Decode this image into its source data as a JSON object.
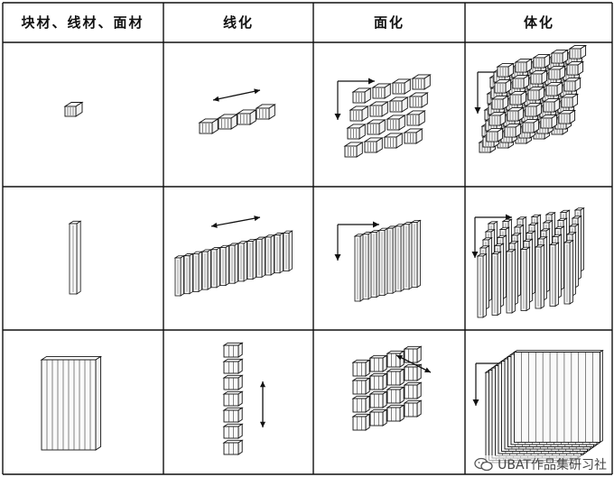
{
  "headers": [
    "块材、线材、面材",
    "线化",
    "面化",
    "体化"
  ],
  "watermark": {
    "text": "UBAT作品集研习社",
    "icon": "wechat-icon"
  },
  "colors": {
    "line": "#111111",
    "bg": "#ffffff",
    "face_top": "#ffffff",
    "face_side": "#f2f2f2",
    "face_front": "#fafafa",
    "hatch": "#333333"
  }
}
